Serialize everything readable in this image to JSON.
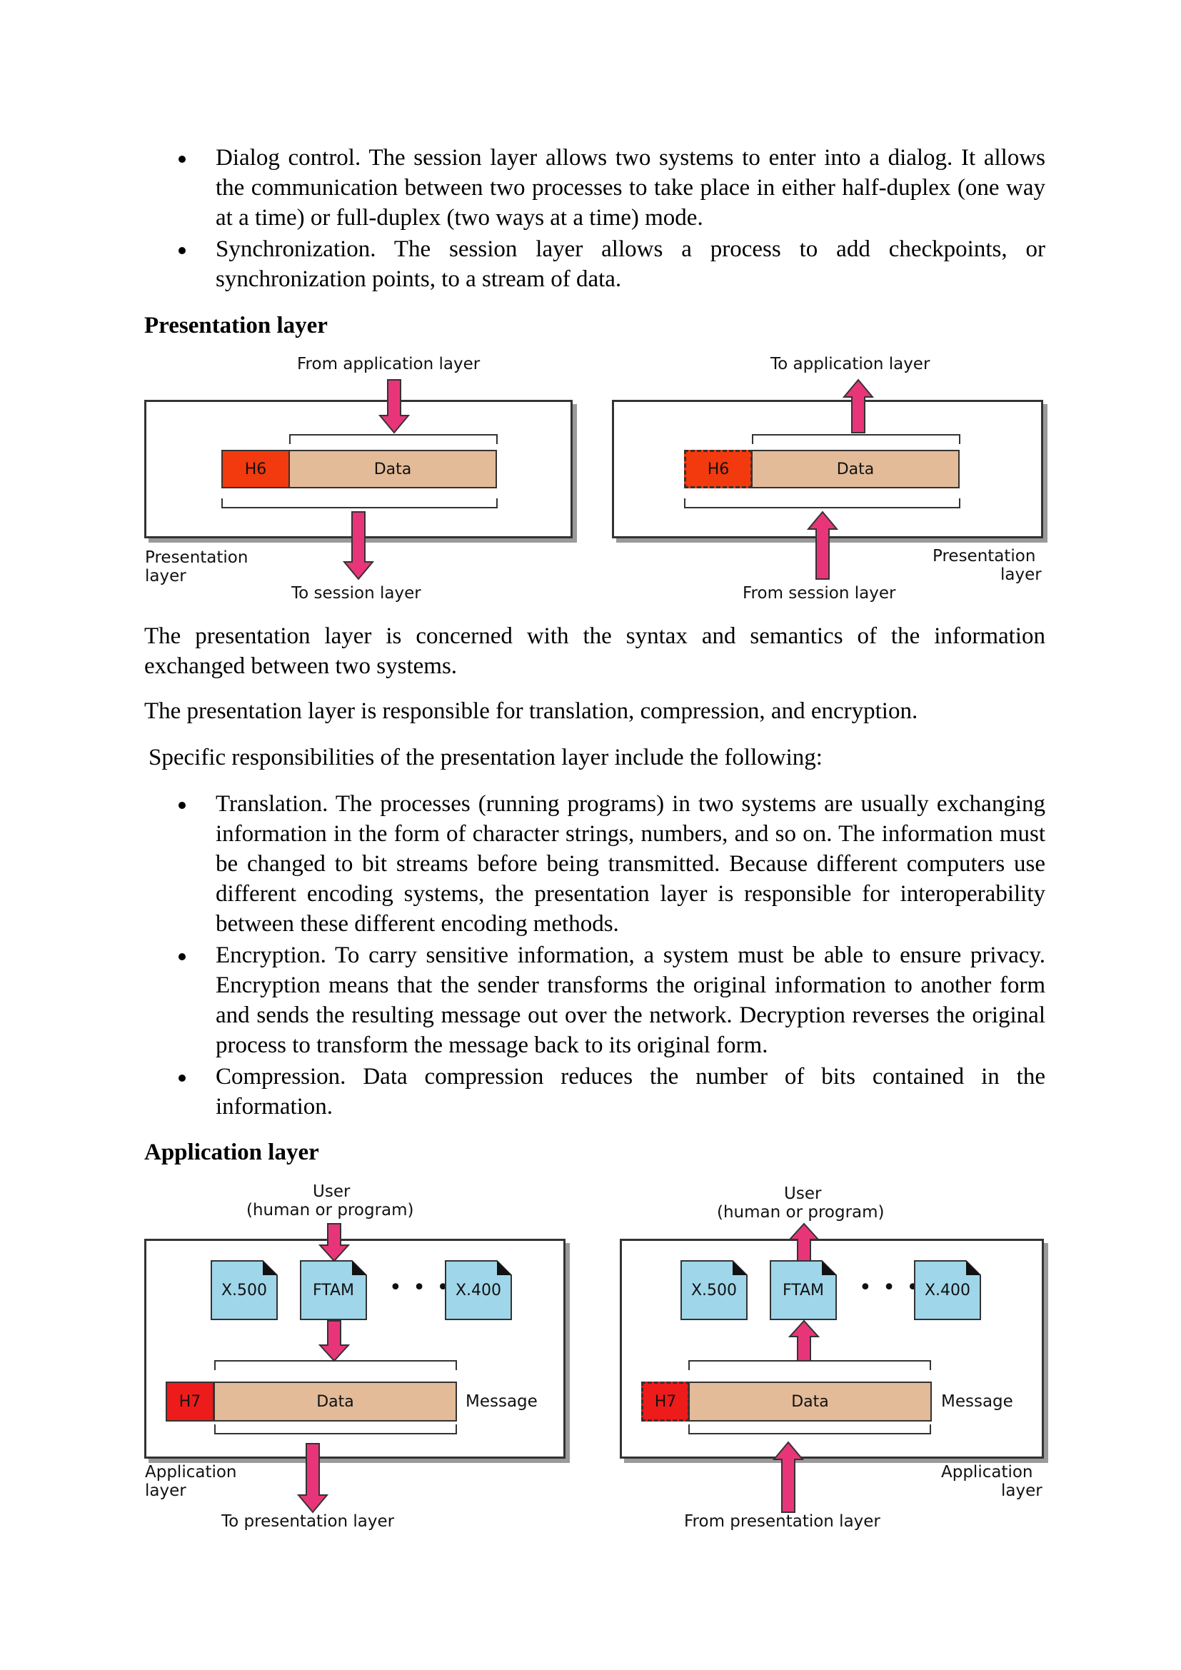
{
  "bullets_top": [
    {
      "text": "Dialog control. The session layer allows two systems to enter into a dialog. It allows the communication between two processes to take place in either half-duplex (one way at a time) or full-duplex (two ways at a time) mode."
    },
    {
      "text": "Synchronization. The session layer allows a process to add checkpoints, or synchronization points, to a stream of data."
    }
  ],
  "presentation": {
    "heading": "Presentation layer",
    "left_diagram": {
      "top_label": "From application layer",
      "header": "H6",
      "data": "Data",
      "side_label_line1": "Presentation",
      "side_label_line2": "layer",
      "bottom_label": "To session layer"
    },
    "right_diagram": {
      "top_label": "To application layer",
      "header": "H6",
      "data": "Data",
      "side_label_line1": "Presentation",
      "side_label_line2": "layer",
      "bottom_label": "From session layer"
    },
    "para1": "The presentation layer is concerned with the syntax and semantics of the information exchanged between two systems.",
    "para2": "The presentation layer is responsible for translation, compression, and encryption.",
    "para3": "Specific responsibilities of the presentation layer include the following:",
    "bullets": [
      {
        "text": "Translation. The processes (running programs) in two systems are usually exchanging information in the form of character strings, numbers, and so on. The information must be changed to bit streams before being transmitted. Because different computers use different encoding systems, the presentation layer is responsible for interoperability between these different encoding methods."
      },
      {
        "text": "Encryption. To carry sensitive information, a system must be able to ensure privacy. Encryption means that the sender transforms the original information to another form and sends the resulting message out over the network. Decryption reverses the original process to transform the message back to its original form."
      },
      {
        "text": "Compression. Data compression reduces the number of bits contained in the information."
      }
    ]
  },
  "application": {
    "heading": "Application layer",
    "left_diagram": {
      "user_line1": "User",
      "user_line2": "(human or program)",
      "docs": [
        "X.500",
        "FTAM",
        "X.400"
      ],
      "ellipsis": "• • •",
      "header": "H7",
      "data": "Data",
      "message": "Message",
      "side_label_line1": "Application",
      "side_label_line2": "layer",
      "bottom_label": "To presentation layer"
    },
    "right_diagram": {
      "user_line1": "User",
      "user_line2": "(human or program)",
      "docs": [
        "X.500",
        "FTAM",
        "X.400"
      ],
      "ellipsis": "• • •",
      "header": "H7",
      "data": "Data",
      "message": "Message",
      "side_label_line1": "Application",
      "side_label_line2": "layer",
      "bottom_label": "From presentation layer"
    }
  },
  "colors": {
    "arrow_pink": "#e8357a",
    "header_red_h6": "#f23a0e",
    "header_red_h7": "#ee1b1b",
    "data_tan": "#e3bb98",
    "doc_blue": "#9fd6ea"
  }
}
